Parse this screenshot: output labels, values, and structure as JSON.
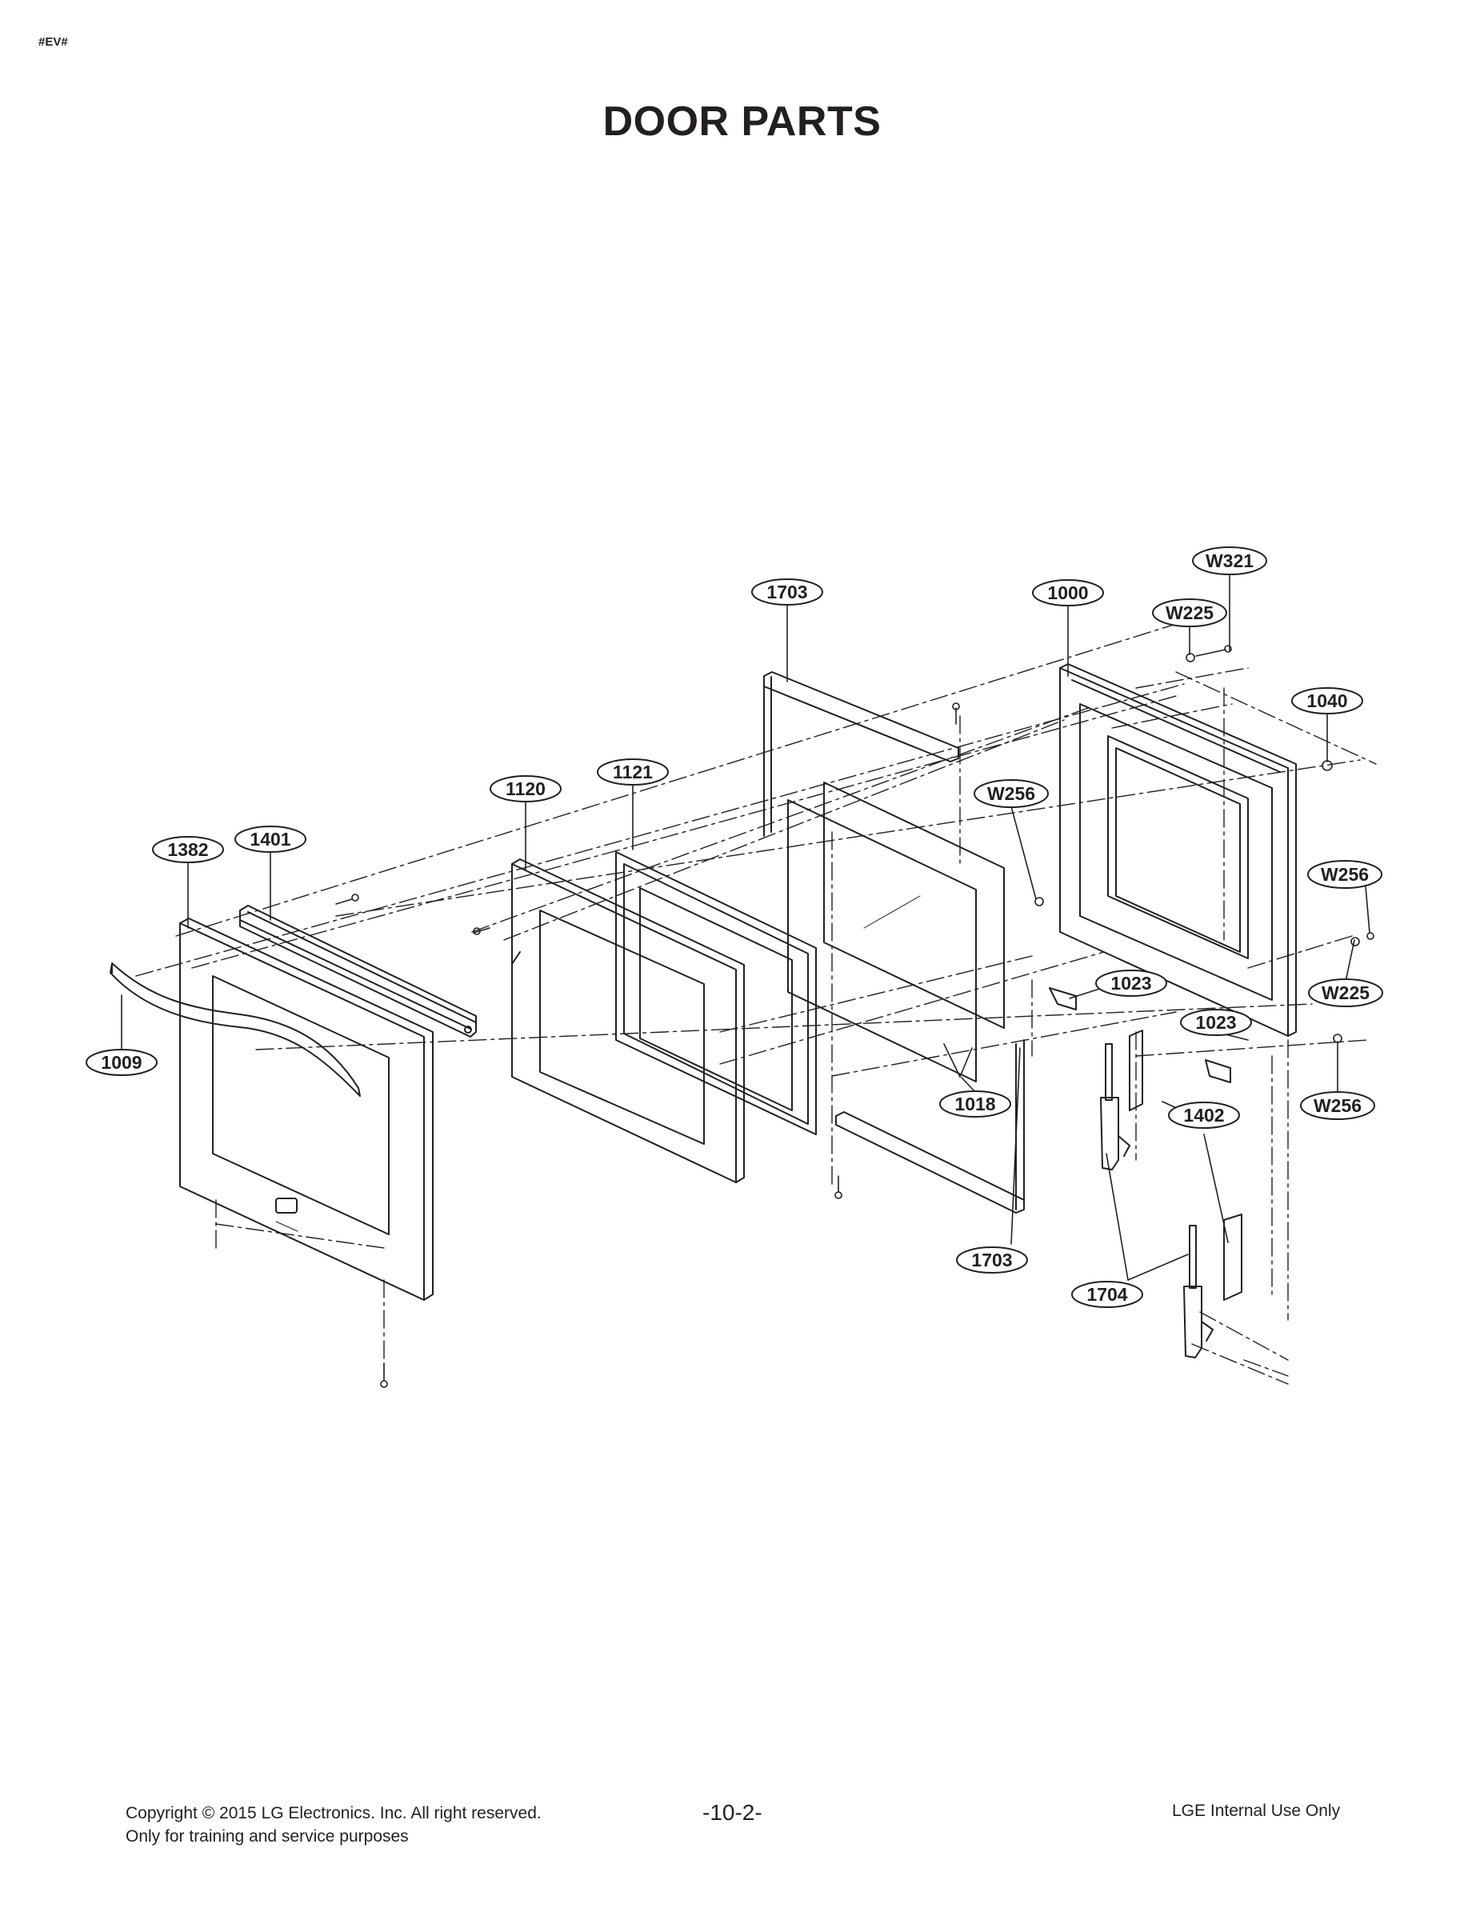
{
  "header": {
    "doc_code": "#EV#",
    "title": "DOOR PARTS"
  },
  "callouts": [
    {
      "id": "c-1703-top",
      "label": "1703"
    },
    {
      "id": "c-1000",
      "label": "1000"
    },
    {
      "id": "c-W321",
      "label": "W321"
    },
    {
      "id": "c-W225-top",
      "label": "W225"
    },
    {
      "id": "c-1040",
      "label": "1040"
    },
    {
      "id": "c-W256-mid",
      "label": "W256"
    },
    {
      "id": "c-W256-right",
      "label": "W256"
    },
    {
      "id": "c-W225-right",
      "label": "W225"
    },
    {
      "id": "c-1023-a",
      "label": "1023"
    },
    {
      "id": "c-1023-b",
      "label": "1023"
    },
    {
      "id": "c-W256-low",
      "label": "W256"
    },
    {
      "id": "c-1402",
      "label": "1402"
    },
    {
      "id": "c-1018",
      "label": "1018"
    },
    {
      "id": "c-1120",
      "label": "1120"
    },
    {
      "id": "c-1121",
      "label": "1121"
    },
    {
      "id": "c-1382",
      "label": "1382"
    },
    {
      "id": "c-1401",
      "label": "1401"
    },
    {
      "id": "c-1009",
      "label": "1009"
    },
    {
      "id": "c-1703-bottom",
      "label": "1703"
    },
    {
      "id": "c-1704",
      "label": "1704"
    }
  ],
  "footer": {
    "copyright_line1": "Copyright © 2015 LG Electronics. Inc. All right reserved.",
    "copyright_line2": "Only for training and service purposes",
    "page_number": "-10-2-",
    "internal_note": "LGE Internal Use Only"
  },
  "colors": {
    "ink": "#231f20",
    "paper": "#ffffff"
  }
}
